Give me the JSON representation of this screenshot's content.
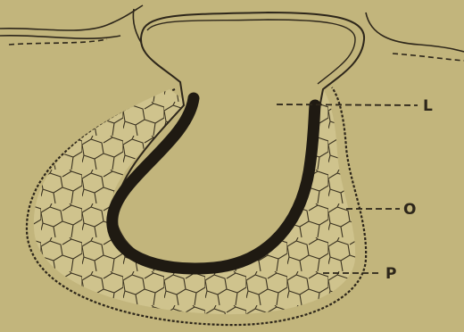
{
  "labels": {
    "L": "L",
    "O": "O",
    "P": "P"
  },
  "colors": {
    "background": "#c2b57c",
    "line": "#2d261a",
    "dark_band": "#1f1a12",
    "cell_fill": "#cfc38d"
  }
}
